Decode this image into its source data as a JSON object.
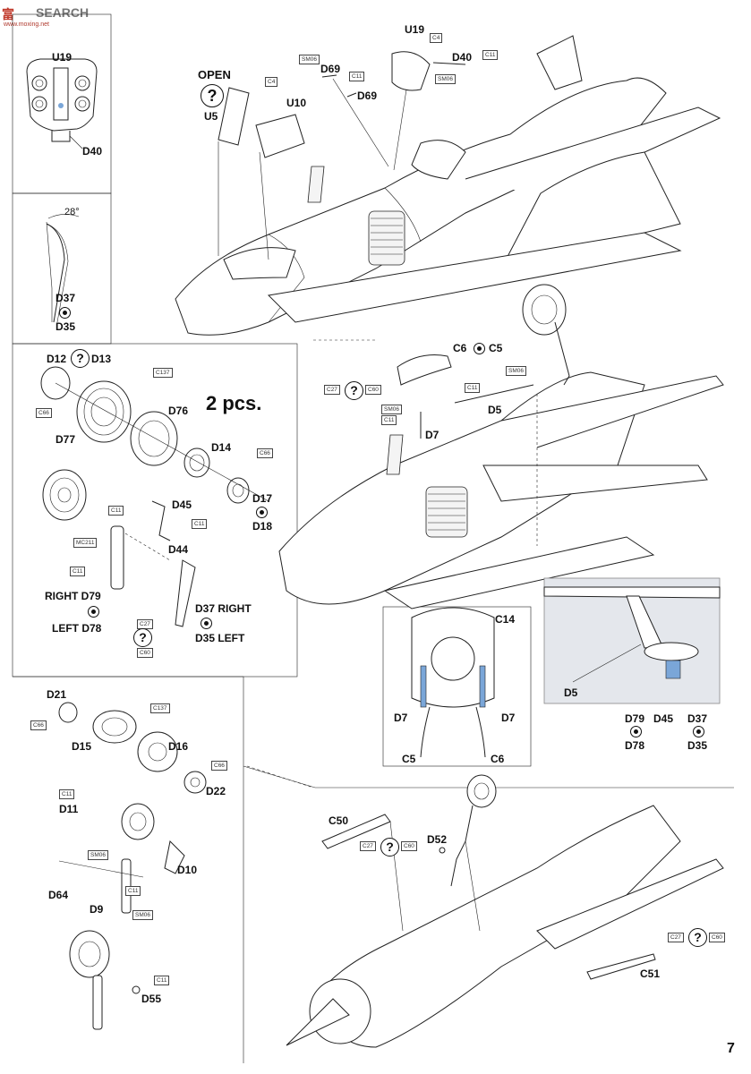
{
  "watermark": {
    "brand": "富",
    "brand2": "SEARCH",
    "site": "www.moxing.net"
  },
  "page_number": "7",
  "two_pcs": "2 pcs.",
  "open_label": "OPEN",
  "top_left_box": {
    "u19": "U19",
    "d40": "D40"
  },
  "angle_box": {
    "angle": "28°",
    "d37": "D37",
    "d35": "D35"
  },
  "main_top": {
    "u5": "U5",
    "u10": "U10",
    "u19": "U19",
    "d40": "D40",
    "d69a": "D69",
    "d69b": "D69",
    "c4a": "C4",
    "c4b": "C4",
    "sm06a": "SM06",
    "sm06b": "SM06",
    "c11a": "C11",
    "c11b": "C11"
  },
  "wheel_box": {
    "d12": "D12",
    "d13": "D13",
    "d77": "D77",
    "d76": "D76",
    "d14": "D14",
    "d17": "D17",
    "d18": "D18",
    "d45": "D45",
    "d44": "D44",
    "right_d79": "RIGHT D79",
    "left_d78": "LEFT D78",
    "d37_right": "D37 RIGHT",
    "d35_left": "D35 LEFT",
    "c66a": "C66",
    "c137": "C137",
    "c66b": "C66",
    "c11a": "C11",
    "c11b": "C11",
    "mc211": "MC211",
    "c11c": "C11",
    "c27": "C27",
    "c60": "C60"
  },
  "main_mid": {
    "c6": "C6",
    "c5": "C5",
    "d5": "D5",
    "d7": "D7",
    "c27": "C27",
    "c60": "C60",
    "sm06a": "SM06",
    "c11a": "C11",
    "sm06b": "SM06",
    "c11b": "C11"
  },
  "detail_c14": {
    "c14": "C14",
    "d7a": "D7",
    "d7b": "D7",
    "c5": "C5",
    "c6": "C6"
  },
  "detail_d5": {
    "d5": "D5",
    "d79": "D79",
    "d78": "D78",
    "d45": "D45",
    "d37": "D37",
    "d35": "D35"
  },
  "nose_wheel": {
    "d21": "D21",
    "d15": "D15",
    "d16": "D16",
    "d22": "D22",
    "d11": "D11",
    "d10": "D10",
    "d64": "D64",
    "d9": "D9",
    "d55": "D55",
    "c66a": "C66",
    "c137": "C137",
    "c66b": "C66",
    "c11a": "C11",
    "sm06a": "SM06",
    "c11b": "C11",
    "sm06b": "SM06",
    "c11c": "C11"
  },
  "main_bottom": {
    "c50": "C50",
    "d52": "D52",
    "c51": "C51",
    "c27a": "C27",
    "c60a": "C60",
    "c27b": "C27",
    "c60b": "C60"
  },
  "colors": {
    "ink": "#111111",
    "blue_part": "#7aa6d8",
    "panel_gray": "#e4e7ec"
  }
}
